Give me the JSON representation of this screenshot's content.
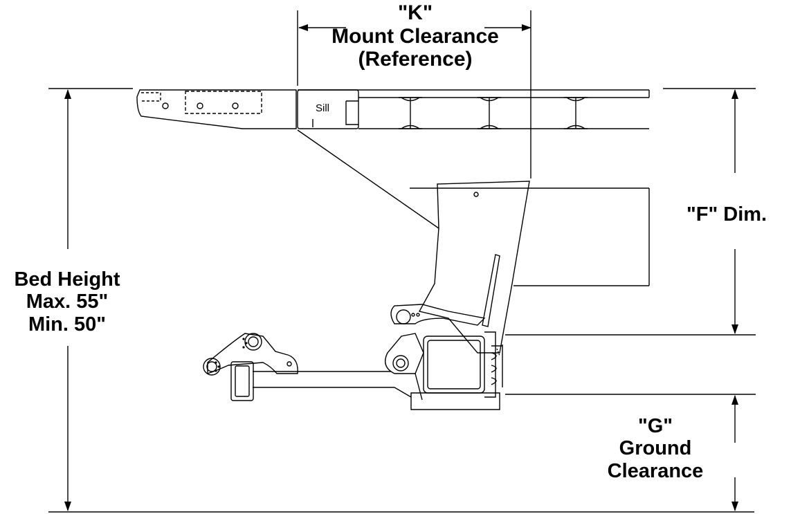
{
  "labels": {
    "k_title": "\"K\"",
    "k_line1": "Mount Clearance",
    "k_line2": "(Reference)",
    "sill": "Sill",
    "f_dim": "\"F\" Dim.",
    "bed_line1": "Bed Height",
    "bed_line2": "Max. 55\"",
    "bed_line3": "Min. 50\"",
    "g_title": "\"G\"",
    "g_line1": "Ground",
    "g_line2": "Clearance"
  }
}
